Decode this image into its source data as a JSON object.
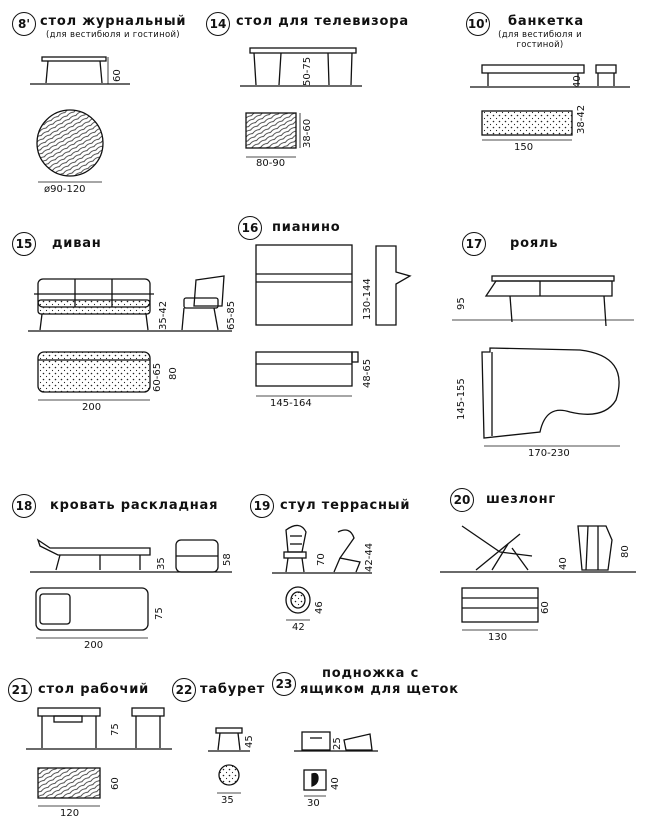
{
  "items": [
    {
      "num": "8'",
      "title": "стол журнальный",
      "sub": "(для вестибюля и гостиной)",
      "dims": [
        "60",
        "ø90-120"
      ]
    },
    {
      "num": "14",
      "title": "стол для телевизора",
      "dims": [
        "50-75",
        "38-60",
        "80-90"
      ]
    },
    {
      "num": "10'",
      "title": "банкетка",
      "sub": "(для вестибюля и гостиной)",
      "dims": [
        "40",
        "38-42",
        "150"
      ]
    },
    {
      "num": "15",
      "title": "диван",
      "dims": [
        "35-42",
        "65-85",
        "60-65",
        "80",
        "200"
      ]
    },
    {
      "num": "16",
      "title": "пианино",
      "dims": [
        "130-144",
        "48-65",
        "145-164"
      ]
    },
    {
      "num": "17",
      "title": "рояль",
      "dims": [
        "95",
        "145-155",
        "170-230"
      ]
    },
    {
      "num": "18",
      "title": "кровать раскладная",
      "dims": [
        "35",
        "58",
        "75",
        "200"
      ]
    },
    {
      "num": "19",
      "title": "стул террасный",
      "dims": [
        "70",
        "42-44",
        "46",
        "42"
      ]
    },
    {
      "num": "20",
      "title": "шезлонг",
      "dims": [
        "40",
        "80",
        "60",
        "130"
      ]
    },
    {
      "num": "21",
      "title": "стол рабочий",
      "dims": [
        "75",
        "60",
        "120"
      ]
    },
    {
      "num": "22",
      "title": "табурет",
      "dims": [
        "45",
        "35"
      ]
    },
    {
      "num": "23",
      "title": "подножка с",
      "title2": "ящиком для щеток",
      "dims": [
        "25",
        "40",
        "30"
      ]
    }
  ],
  "icons": [
    "furniture-drawings"
  ]
}
